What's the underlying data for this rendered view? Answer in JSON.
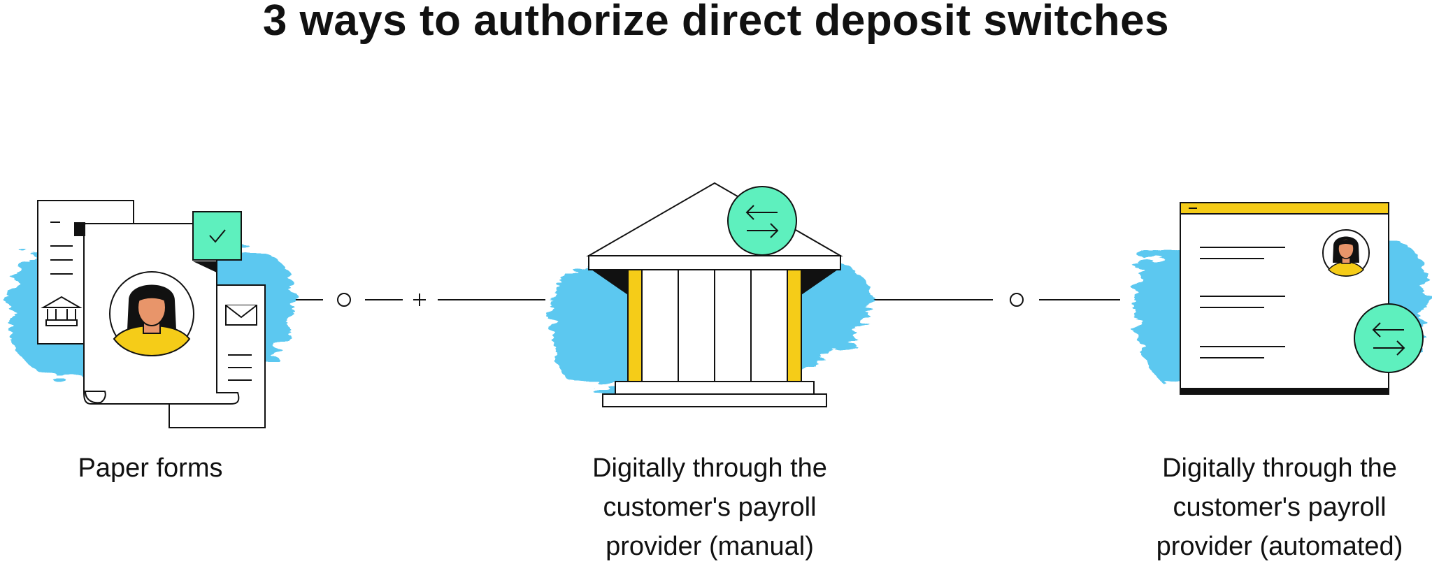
{
  "title": "3 ways to authorize direct deposit switches",
  "colors": {
    "ink": "#111111",
    "splash": "#5bc8f0",
    "mint": "#5ef0be",
    "yellow": "#f5cc18",
    "skin": "#e8956a"
  },
  "methods": [
    {
      "lines": [
        "Paper forms"
      ],
      "icon": "paper-forms-icon"
    },
    {
      "lines": [
        "Digitally through the",
        "customer's payroll",
        "provider (manual)"
      ],
      "icon": "bank-building-icon"
    },
    {
      "lines": [
        "Digitally through the",
        "customer's payroll",
        "provider (automated)"
      ],
      "icon": "app-window-icon"
    }
  ]
}
